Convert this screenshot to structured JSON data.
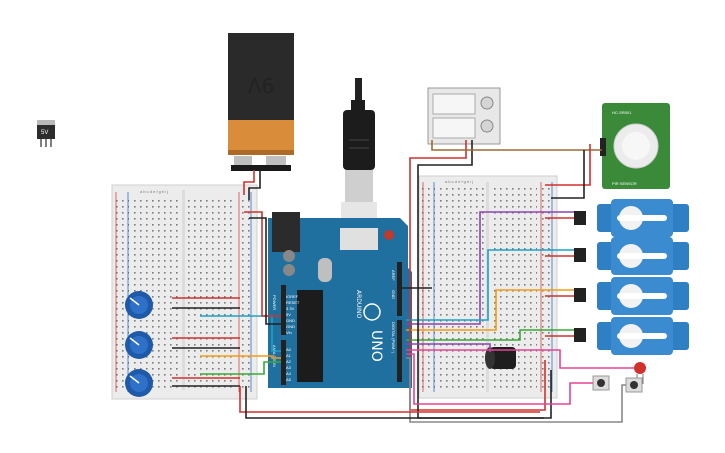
{
  "regulator": {
    "label": "5V"
  },
  "battery": {
    "label": "9V"
  },
  "arduino": {
    "brand": "ARDUINO",
    "model": "UNO",
    "power_pins": [
      "IOREF",
      "RESET",
      "3.3V",
      "5V",
      "GND",
      "GND",
      "Vin"
    ],
    "analog_pins": [
      "A0",
      "A1",
      "A2",
      "A3",
      "A4",
      "A5"
    ],
    "power_label": "POWER",
    "analog_label": "ANALOG IN",
    "digital_label": "DIGITAL (PWM~)",
    "aref": "AREF",
    "gnd": "GND"
  },
  "pir": {
    "top_label": "HC-SR501",
    "bottom_label": "PIR SENSOR"
  },
  "breadboard_left": {
    "columns": "a b c d e     f g h i j"
  },
  "breadboard_right": {
    "columns": "a b c d e     f g h i j"
  },
  "colors": {
    "arduino": "#1f6f9f",
    "servo": "#2f7fc4",
    "pot": "#1e5aa8",
    "pir": "#3a8a3a",
    "wire_red": "#d0312d",
    "wire_black": "#222222",
    "wire_green": "#3aaa35",
    "wire_orange": "#f39c12",
    "wire_cyan": "#1aa3c9",
    "wire_purple": "#8e44ad",
    "wire_pink": "#e84393",
    "wire_brown": "#9c6b30",
    "wire_gray": "#888888"
  },
  "icons": [
    "regulator-icon",
    "battery-icon",
    "usb-cable-icon",
    "potentiometer-icon",
    "servo-icon",
    "pir-sensor-icon",
    "buzzer-icon",
    "led-icon",
    "pushbutton-icon",
    "power-supply-icon"
  ]
}
